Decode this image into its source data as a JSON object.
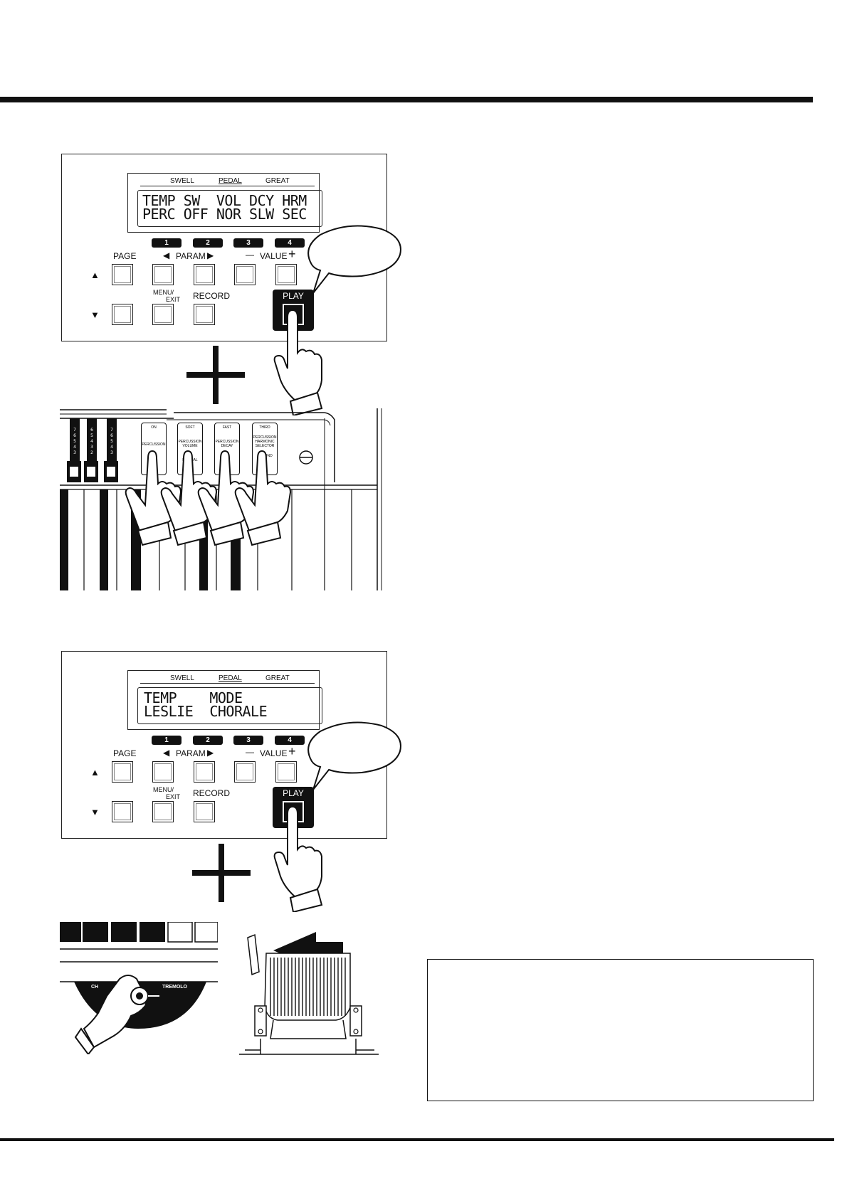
{
  "panel1": {
    "manuals": [
      "SWELL",
      "PEDAL",
      "GREAT"
    ],
    "lcd_line1": "TEMP SW  VOL DCY HRM",
    "lcd_line2": "PERC OFF NOR SLW SEC",
    "number_keys": [
      "1",
      "2",
      "3",
      "4"
    ],
    "labels": {
      "page": "PAGE",
      "param": "PARAM",
      "value_minus": "—",
      "value": "VALUE",
      "value_plus": "+",
      "menu": "MENU/",
      "exit": "EXIT",
      "record": "RECORD",
      "play": "PLAY"
    }
  },
  "tabs": {
    "tab1": {
      "top": "ON",
      "main": "PERCUSSION",
      "bottom": ""
    },
    "tab2": {
      "top": "SOFT",
      "main": "PERCUSSION VOLUME",
      "bottom": "NORMAL"
    },
    "tab3": {
      "top": "FAST",
      "main": "PERCUSSION DECAY",
      "bottom": ""
    },
    "tab4": {
      "top": "THIRD",
      "main": "PERCUSSION HARMONIC SELECTOR",
      "bottom": "SECOND"
    }
  },
  "panel2": {
    "manuals": [
      "SWELL",
      "PEDAL",
      "GREAT"
    ],
    "lcd_line1": "TEMP    MODE",
    "lcd_line2": "LESLIE  CHORALE",
    "number_keys": [
      "1",
      "2",
      "3",
      "4"
    ],
    "labels": {
      "page": "PAGE",
      "param": "PARAM",
      "value_minus": "—",
      "value": "VALUE",
      "value_plus": "+",
      "menu": "MENU/",
      "exit": "EXIT",
      "record": "RECORD",
      "play": "PLAY"
    }
  },
  "knob": {
    "label_left": "CH",
    "label_right": "TREMOLO"
  },
  "icons": [
    "triangle-up-icon",
    "triangle-down-icon",
    "arrow-left-icon",
    "arrow-right-icon",
    "hand-pointer-icon",
    "plus-icon",
    "speech-bubble-icon",
    "hand-knob-icon",
    "half-moon-lever-icon",
    "drawbar-icon"
  ]
}
